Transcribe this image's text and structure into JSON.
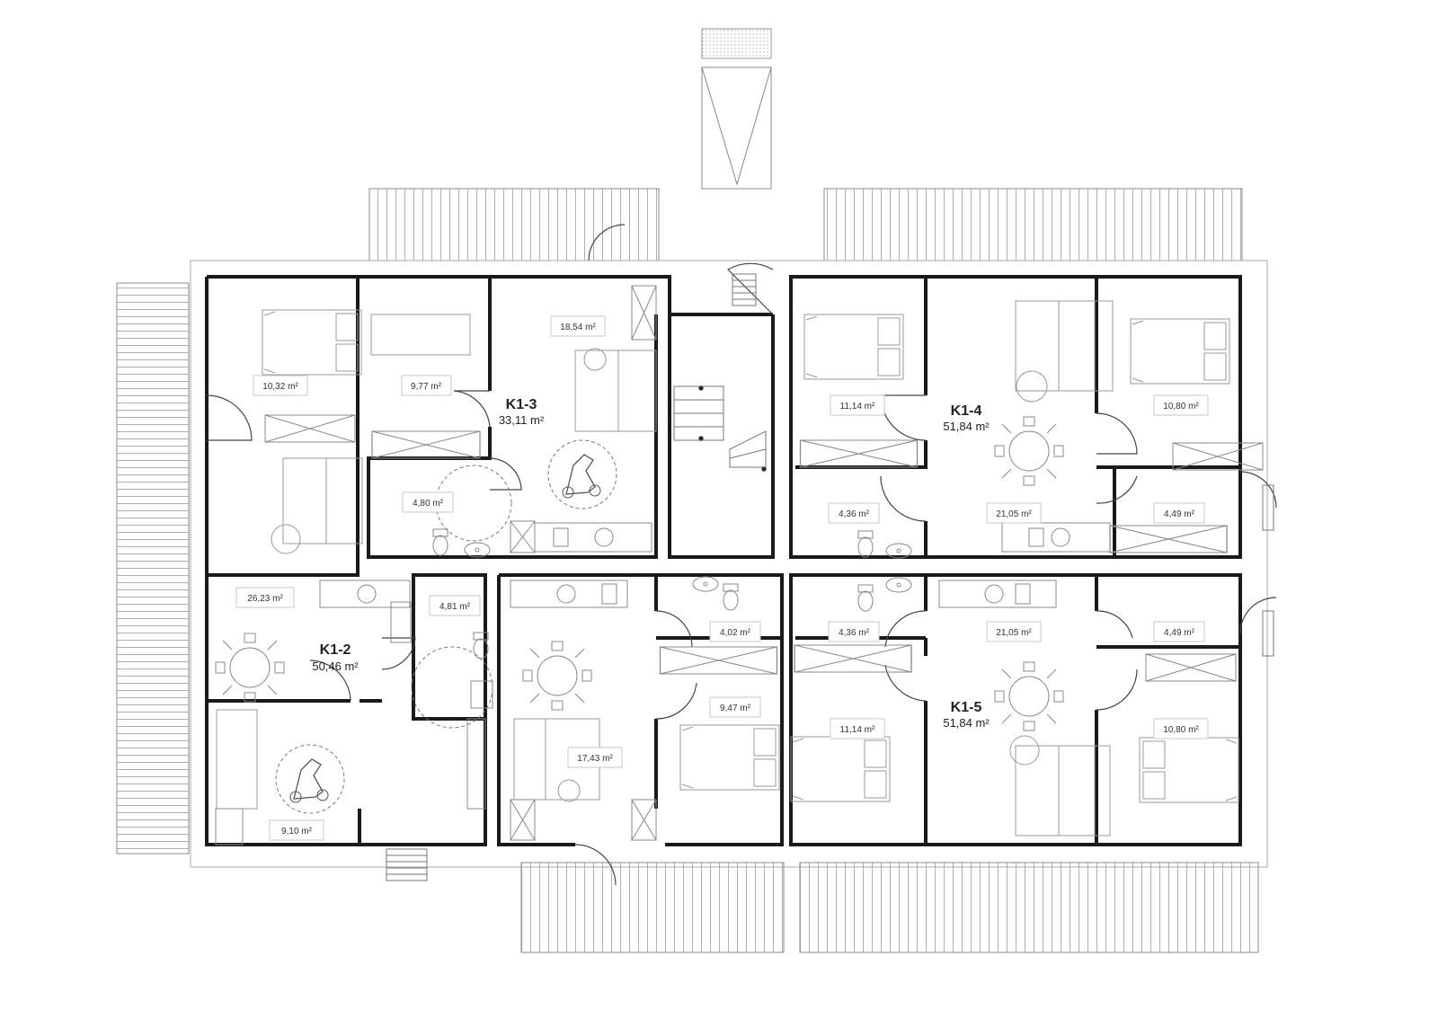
{
  "units": [
    {
      "id": "K1-2",
      "name": "K1-2",
      "area": "50,46 m²"
    },
    {
      "id": "K1-3",
      "name": "K1-3",
      "area": "33,11 m²"
    },
    {
      "id": "K1-4",
      "name": "K1-4",
      "area": "51,84 m²"
    },
    {
      "id": "K1-5",
      "name": "K1-5",
      "area": "51,84 m²"
    }
  ],
  "rooms": [
    {
      "id": "r-1032",
      "area": "10,32 m²"
    },
    {
      "id": "r-0977",
      "area": "9,77 m²"
    },
    {
      "id": "r-1854",
      "area": "18,54 m²"
    },
    {
      "id": "r-1114-top",
      "area": "11,14 m²"
    },
    {
      "id": "r-1080-top",
      "area": "10,80 m²"
    },
    {
      "id": "r-0480",
      "area": "4,80 m²"
    },
    {
      "id": "r-2623",
      "area": "26,23 m²"
    },
    {
      "id": "r-0436-top",
      "area": "4,36 m²"
    },
    {
      "id": "r-2105-top",
      "area": "21,05 m²"
    },
    {
      "id": "r-0449-top",
      "area": "4,49 m²"
    },
    {
      "id": "r-0481",
      "area": "4,81 m²"
    },
    {
      "id": "r-0402",
      "area": "4,02 m²"
    },
    {
      "id": "r-0436-bot",
      "area": "4,36 m²"
    },
    {
      "id": "r-2105-bot",
      "area": "21,05 m²"
    },
    {
      "id": "r-0449-bot",
      "area": "4,49 m²"
    },
    {
      "id": "r-0947",
      "area": "9,47 m²"
    },
    {
      "id": "r-1114-bot",
      "area": "11,14 m²"
    },
    {
      "id": "r-1080-bot",
      "area": "10,80 m²"
    },
    {
      "id": "r-1743",
      "area": "17,43 m²"
    },
    {
      "id": "r-0910",
      "area": "9,10 m²"
    }
  ],
  "colors": {
    "wall": "#1a1a1a",
    "thin": "#9a9a9a",
    "label_border": "#c8c8c8",
    "text": "#333333"
  }
}
